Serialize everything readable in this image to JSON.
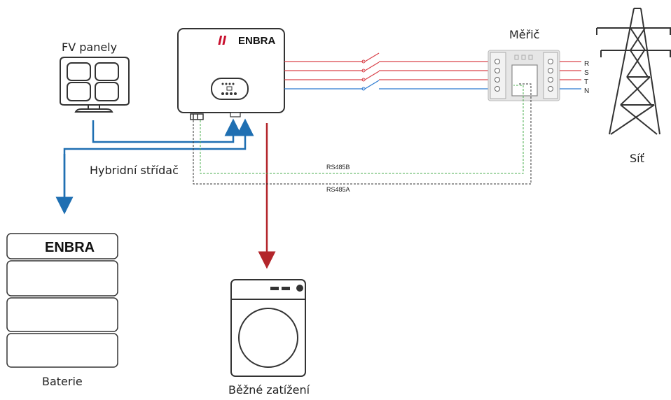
{
  "labels": {
    "pv": "FV panely",
    "inverter": "Hybridní střídač",
    "meter": "Měřič",
    "grid": "Síť",
    "battery": "Baterie",
    "load": "Běžné zatížení"
  },
  "brand": "ENBRA",
  "signals": {
    "rs485b": "RS485B",
    "rs485a": "RS485A"
  },
  "phases": [
    "R",
    "S",
    "T",
    "N"
  ],
  "colors": {
    "dc_flow": "#1f6fb2",
    "ac_flow": "#b3262b",
    "phase_line": "#d9434b",
    "neutral_line": "#2c7bd1",
    "rs485b_line": "#4caf50",
    "rs485a_line": "#333333",
    "brand_red": "#c8102e"
  }
}
